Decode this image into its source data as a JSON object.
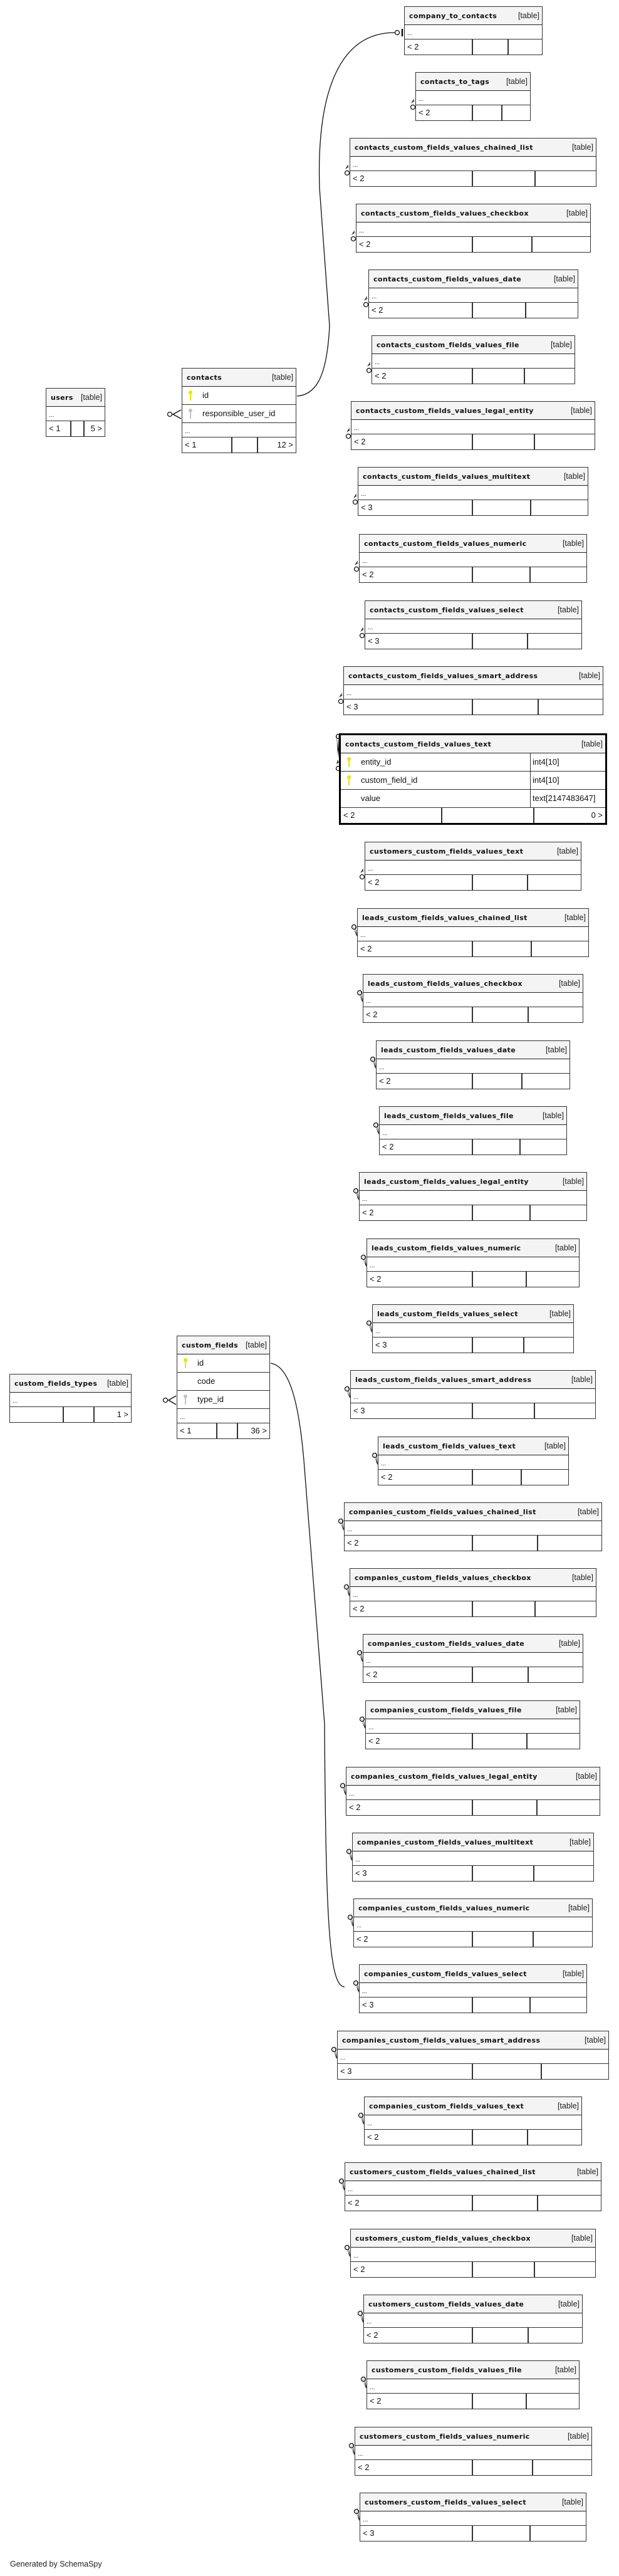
{
  "generated_by": "Generated by SchemaSpy",
  "table_type_label": "[table]",
  "tables": [
    {
      "name": "users",
      "rows": [
        {
          "name": "..."
        }
      ],
      "footer": [
        "< 1",
        "",
        "5 >"
      ]
    },
    {
      "name": "contacts",
      "rows": [
        {
          "name": "id",
          "key": "pk"
        },
        {
          "name": "responsible_user_id",
          "key": "fk"
        },
        {
          "name": "..."
        }
      ],
      "footer": [
        "< 1",
        "",
        "12 >"
      ]
    },
    {
      "name": "custom_fields_types",
      "rows": [
        {
          "name": "..."
        }
      ],
      "footer": [
        "",
        "",
        "1 >"
      ]
    },
    {
      "name": "custom_fields",
      "rows": [
        {
          "name": "id",
          "key": "pk"
        },
        {
          "name": "code"
        },
        {
          "name": "type_id",
          "key": "fk"
        },
        {
          "name": "..."
        }
      ],
      "footer": [
        "< 1",
        "",
        "36 >"
      ]
    },
    {
      "name": "company_to_contacts",
      "rows": [
        {
          "name": "..."
        }
      ],
      "footer": [
        "< 2",
        "",
        ""
      ]
    },
    {
      "name": "contacts_to_tags",
      "rows": [
        {
          "name": "..."
        }
      ],
      "footer": [
        "< 2",
        "",
        ""
      ]
    },
    {
      "name": "contacts_custom_fields_values_chained_list",
      "rows": [
        {
          "name": "..."
        }
      ],
      "footer": [
        "< 2",
        "",
        ""
      ]
    },
    {
      "name": "contacts_custom_fields_values_checkbox",
      "rows": [
        {
          "name": "..."
        }
      ],
      "footer": [
        "< 2",
        "",
        ""
      ]
    },
    {
      "name": "contacts_custom_fields_values_date",
      "rows": [
        {
          "name": "..."
        }
      ],
      "footer": [
        "< 2",
        "",
        ""
      ]
    },
    {
      "name": "contacts_custom_fields_values_file",
      "rows": [
        {
          "name": "..."
        }
      ],
      "footer": [
        "< 2",
        "",
        ""
      ]
    },
    {
      "name": "contacts_custom_fields_values_legal_entity",
      "rows": [
        {
          "name": "..."
        }
      ],
      "footer": [
        "< 2",
        "",
        ""
      ]
    },
    {
      "name": "contacts_custom_fields_values_multitext",
      "rows": [
        {
          "name": "..."
        }
      ],
      "footer": [
        "< 3",
        "",
        ""
      ]
    },
    {
      "name": "contacts_custom_fields_values_numeric",
      "rows": [
        {
          "name": "..."
        }
      ],
      "footer": [
        "< 2",
        "",
        ""
      ]
    },
    {
      "name": "contacts_custom_fields_values_select",
      "rows": [
        {
          "name": "..."
        }
      ],
      "footer": [
        "< 3",
        "",
        ""
      ]
    },
    {
      "name": "contacts_custom_fields_values_smart_address",
      "rows": [
        {
          "name": "..."
        }
      ],
      "footer": [
        "< 3",
        "",
        ""
      ]
    },
    {
      "name": "contacts_custom_fields_values_text",
      "selected": true,
      "rows": [
        {
          "name": "entity_id",
          "key": "pk",
          "type": "int4[10]"
        },
        {
          "name": "custom_field_id",
          "key": "pk",
          "type": "int4[10]"
        },
        {
          "name": "value",
          "type": "text[2147483647]"
        }
      ],
      "footer": [
        "< 2",
        "",
        "0 >"
      ]
    },
    {
      "name": "customers_custom_fields_values_text",
      "rows": [
        {
          "name": "..."
        }
      ],
      "footer": [
        "< 2",
        "",
        ""
      ]
    },
    {
      "name": "leads_custom_fields_values_chained_list",
      "rows": [
        {
          "name": "..."
        }
      ],
      "footer": [
        "< 2",
        "",
        ""
      ]
    },
    {
      "name": "leads_custom_fields_values_checkbox",
      "rows": [
        {
          "name": "..."
        }
      ],
      "footer": [
        "< 2",
        "",
        ""
      ]
    },
    {
      "name": "leads_custom_fields_values_date",
      "rows": [
        {
          "name": "..."
        }
      ],
      "footer": [
        "< 2",
        "",
        ""
      ]
    },
    {
      "name": "leads_custom_fields_values_file",
      "rows": [
        {
          "name": "..."
        }
      ],
      "footer": [
        "< 2",
        "",
        ""
      ]
    },
    {
      "name": "leads_custom_fields_values_legal_entity",
      "rows": [
        {
          "name": "..."
        }
      ],
      "footer": [
        "< 2",
        "",
        ""
      ]
    },
    {
      "name": "leads_custom_fields_values_numeric",
      "rows": [
        {
          "name": "..."
        }
      ],
      "footer": [
        "< 2",
        "",
        ""
      ]
    },
    {
      "name": "leads_custom_fields_values_select",
      "rows": [
        {
          "name": "..."
        }
      ],
      "footer": [
        "< 3",
        "",
        ""
      ]
    },
    {
      "name": "leads_custom_fields_values_smart_address",
      "rows": [
        {
          "name": "..."
        }
      ],
      "footer": [
        "< 3",
        "",
        ""
      ]
    },
    {
      "name": "leads_custom_fields_values_text",
      "rows": [
        {
          "name": "..."
        }
      ],
      "footer": [
        "< 2",
        "",
        ""
      ]
    },
    {
      "name": "companies_custom_fields_values_chained_list",
      "rows": [
        {
          "name": "..."
        }
      ],
      "footer": [
        "< 2",
        "",
        ""
      ]
    },
    {
      "name": "companies_custom_fields_values_checkbox",
      "rows": [
        {
          "name": "..."
        }
      ],
      "footer": [
        "< 2",
        "",
        ""
      ]
    },
    {
      "name": "companies_custom_fields_values_date",
      "rows": [
        {
          "name": "..."
        }
      ],
      "footer": [
        "< 2",
        "",
        ""
      ]
    },
    {
      "name": "companies_custom_fields_values_file",
      "rows": [
        {
          "name": "..."
        }
      ],
      "footer": [
        "< 2",
        "",
        ""
      ]
    },
    {
      "name": "companies_custom_fields_values_legal_entity",
      "rows": [
        {
          "name": "..."
        }
      ],
      "footer": [
        "< 2",
        "",
        ""
      ]
    },
    {
      "name": "companies_custom_fields_values_multitext",
      "rows": [
        {
          "name": "..."
        }
      ],
      "footer": [
        "< 3",
        "",
        ""
      ]
    },
    {
      "name": "companies_custom_fields_values_numeric",
      "rows": [
        {
          "name": "..."
        }
      ],
      "footer": [
        "< 2",
        "",
        ""
      ]
    },
    {
      "name": "companies_custom_fields_values_select",
      "rows": [
        {
          "name": "..."
        }
      ],
      "footer": [
        "< 3",
        "",
        ""
      ]
    },
    {
      "name": "companies_custom_fields_values_smart_address",
      "rows": [
        {
          "name": "..."
        }
      ],
      "footer": [
        "< 3",
        "",
        ""
      ]
    },
    {
      "name": "companies_custom_fields_values_text",
      "rows": [
        {
          "name": "..."
        }
      ],
      "footer": [
        "< 2",
        "",
        ""
      ]
    },
    {
      "name": "customers_custom_fields_values_chained_list",
      "rows": [
        {
          "name": "..."
        }
      ],
      "footer": [
        "< 2",
        "",
        ""
      ]
    },
    {
      "name": "customers_custom_fields_values_checkbox",
      "rows": [
        {
          "name": "..."
        }
      ],
      "footer": [
        "< 2",
        "",
        ""
      ]
    },
    {
      "name": "customers_custom_fields_values_date",
      "rows": [
        {
          "name": "..."
        }
      ],
      "footer": [
        "< 2",
        "",
        ""
      ]
    },
    {
      "name": "customers_custom_fields_values_file",
      "rows": [
        {
          "name": "..."
        }
      ],
      "footer": [
        "< 2",
        "",
        ""
      ]
    },
    {
      "name": "customers_custom_fields_values_numeric",
      "rows": [
        {
          "name": "..."
        }
      ],
      "footer": [
        "< 2",
        "",
        ""
      ]
    },
    {
      "name": "customers_custom_fields_values_select",
      "rows": [
        {
          "name": "..."
        }
      ],
      "footer": [
        "< 3",
        "",
        ""
      ]
    }
  ]
}
